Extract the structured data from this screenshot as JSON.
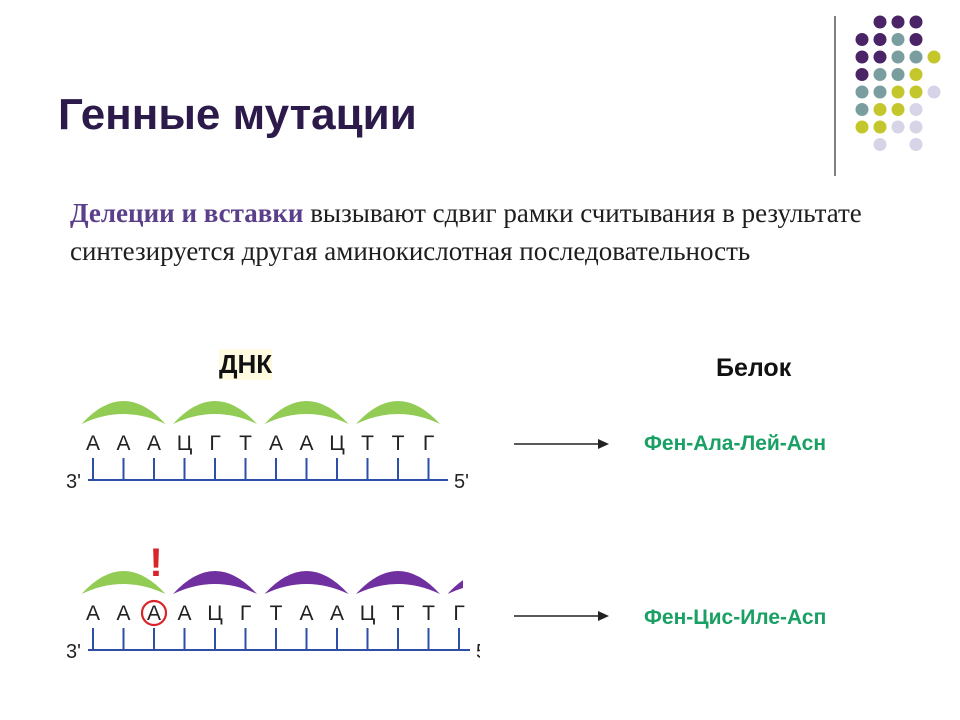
{
  "slide": {
    "title": "Генные мутации",
    "text_highlight": "Делеции и вставки",
    "text_rest": " вызывают сдвиг рамки считывания в результате синтезируется другая аминокислотная последовательность"
  },
  "diagram": {
    "dna_label": "ДНК",
    "protein_label": "Белок",
    "strand_start": "3'",
    "strand_end": "5'",
    "normal": {
      "bases": [
        "А",
        "А",
        "А",
        "Ц",
        "Г",
        "Т",
        "А",
        "А",
        "Ц",
        "Т",
        "Т",
        "Г"
      ],
      "protein": "Фен-Ала-Лей-Асн"
    },
    "mutant": {
      "bases": [
        "А",
        "А",
        "А",
        "А",
        "Ц",
        "Г",
        "Т",
        "А",
        "А",
        "Ц",
        "Т",
        "Т",
        "Г"
      ],
      "inserted_index": 2,
      "marker": "!",
      "protein": "Фен-Цис-Иле-Асп"
    },
    "colors": {
      "normal_arc": "#92cc55",
      "shifted_arc": "#7030a0",
      "strand": "#2e4fa8",
      "marker": "#d9252a",
      "protein_text": "#1aa064"
    }
  }
}
